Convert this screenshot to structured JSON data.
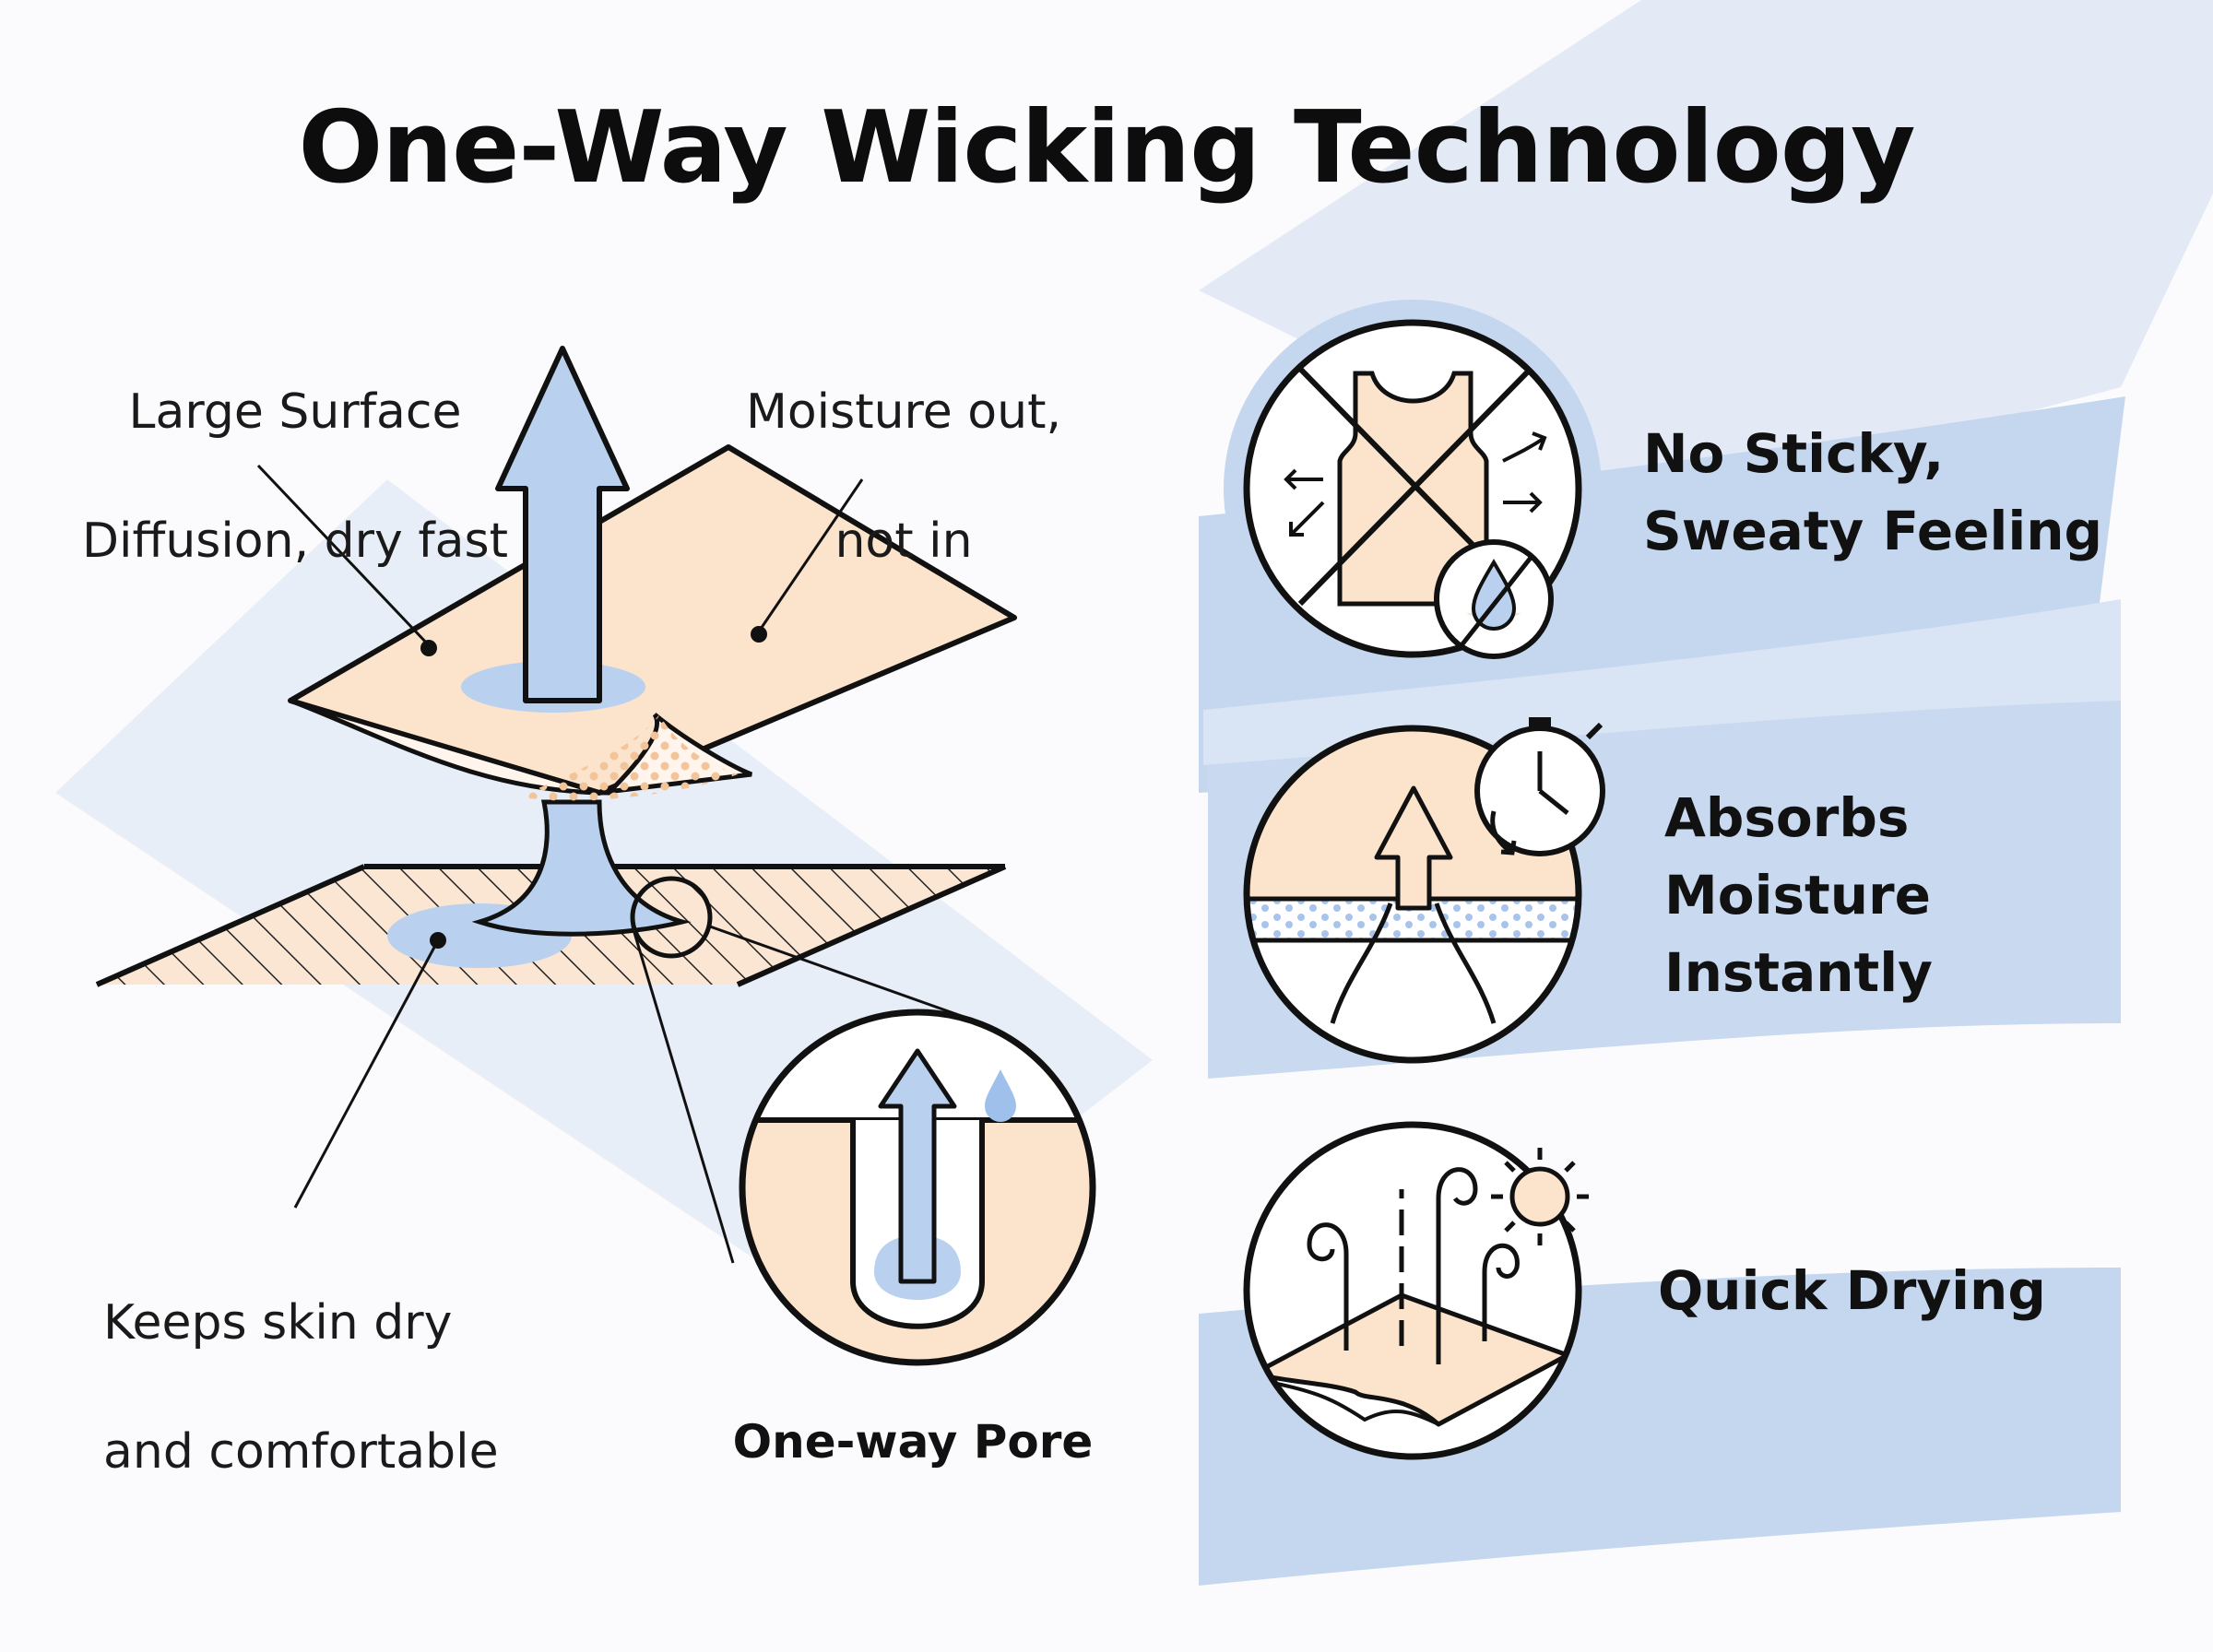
{
  "title": "One-Way Wicking Technology",
  "callouts": {
    "large_surface": [
      "Large Surface",
      "Diffusion, dry fast"
    ],
    "moisture_out": [
      "Moisture out,",
      "not in"
    ],
    "keeps_skin": [
      "Keeps skin dry",
      "and comfortable"
    ]
  },
  "pore_label": "One-way Pore",
  "features": [
    {
      "icon": "no-sticky-shirt-icon",
      "lines": [
        "No Sticky,",
        "Sweaty Feeling"
      ]
    },
    {
      "icon": "absorb-timer-icon",
      "lines": [
        "Absorbs",
        "Moisture",
        "Instantly"
      ]
    },
    {
      "icon": "quick-dry-sun-icon",
      "lines": [
        "Quick Drying"
      ]
    }
  ],
  "colors": {
    "peach": "#fbe3cc",
    "water_blue": "#b9d1ee",
    "band_blue": "#c4d6ef",
    "band_pale": "#e2e9f6",
    "ink": "#111111"
  }
}
